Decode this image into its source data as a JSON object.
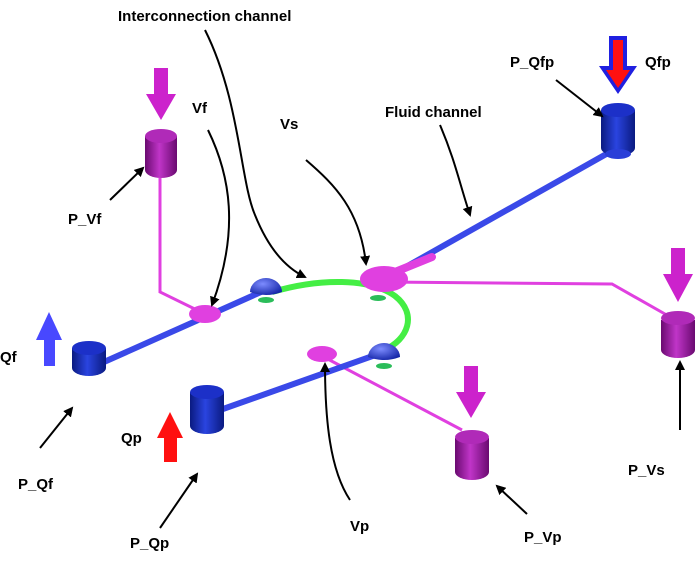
{
  "labels": {
    "interconnection_channel": "Interconnection channel",
    "fluid_channel": "Fluid channel",
    "vf": "Vf",
    "vs": "Vs",
    "vp": "Vp",
    "qf": "Qf",
    "qp": "Qp",
    "qfp": "Qfp",
    "p_vf": "P_Vf",
    "p_qf": "P_Qf",
    "p_qp": "P_Qp",
    "p_vp": "P_Vp",
    "p_vs": "P_Vs",
    "p_qfp": "P_Qfp"
  },
  "colors": {
    "fluid_channel": "#3a49e8",
    "interconnection": "#44ee44",
    "pressure_line": "#e040e0",
    "chamber": "#cc22cc",
    "cylinder": "#1a2fc0",
    "arrow_inflow": "#4848ff",
    "arrow_red": "#ff1010",
    "arrow_magenta": "#cc22cc"
  }
}
